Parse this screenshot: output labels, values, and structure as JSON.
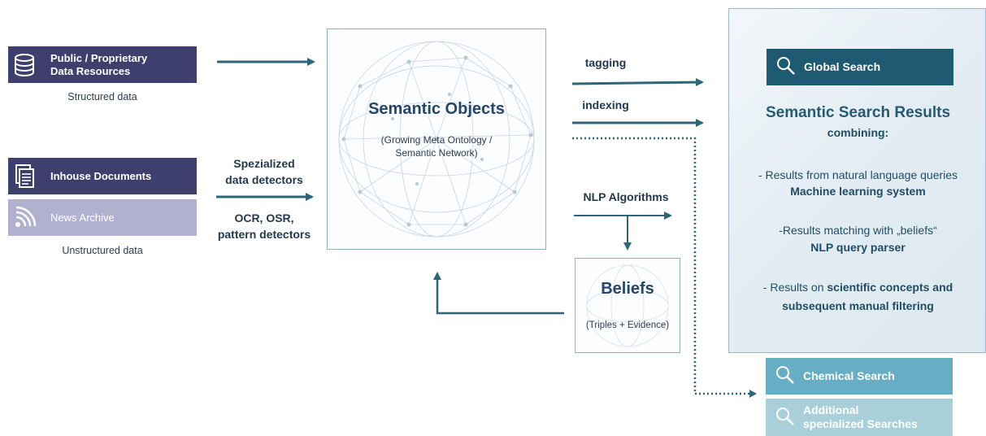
{
  "sources": {
    "public": {
      "label_line1": "Public / Proprietary",
      "label_line2": "Data Resources"
    },
    "structured_caption": "Structured data",
    "inhouse": {
      "label": "Inhouse Documents"
    },
    "news": {
      "label": "News Archive"
    },
    "unstructured_caption": "Unstructured data"
  },
  "detectors": {
    "line1": "Spezialized",
    "line2": "data detectors",
    "line3": "OCR, OSR,",
    "line4": "pattern detectors"
  },
  "semantic_objects": {
    "title": "Semantic Objects",
    "subtitle_line1": "(Growing Meta Ontology /",
    "subtitle_line2": "Semantic Network)"
  },
  "flows": {
    "tagging": "tagging",
    "indexing": "indexing",
    "nlp": "NLP Algorithms"
  },
  "beliefs": {
    "title": "Beliefs",
    "subtitle": "(Triples + Evidence)"
  },
  "results_panel": {
    "global_search": "Global Search",
    "title": "Semantic Search Results",
    "combining": "combining:",
    "item1_line1": "- Results from natural language queries",
    "item1_line2": "Machine learning system",
    "item2_line1": "-Results matching with „beliefs“",
    "item2_line2": "NLP query parser",
    "item3_prefix": "- Results on ",
    "item3_bold1": "scientific concepts and",
    "item3_line2": "subsequent manual filtering"
  },
  "searches": {
    "chemical": "Chemical Search",
    "additional_line1": "Additional",
    "additional_line2": "specialized Searches"
  },
  "colors": {
    "navy": "#3f3f6e",
    "lavender": "#b1b1cf",
    "teal_dark": "#1e5a72",
    "teal_mid": "#67aec5",
    "teal_light": "#a9cfd9",
    "arrow": "#2d6678"
  },
  "icons": [
    "database-icon",
    "document-icon",
    "rss-icon",
    "search-icon"
  ]
}
